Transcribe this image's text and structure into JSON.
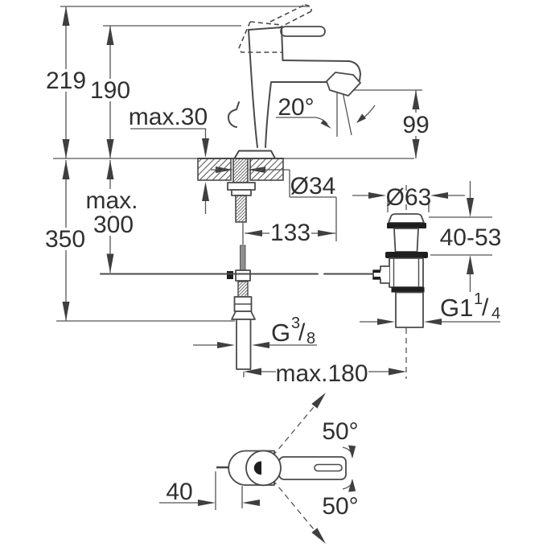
{
  "colors": {
    "line": "#4a4a4a",
    "dim": "#555555",
    "text": "#303030",
    "dark": "#1e1e1e",
    "mid": "#8f8f8f",
    "bg": "#ffffff"
  },
  "side_view": {
    "total_height": "219",
    "body_height": "190",
    "deck_thickness": "max.30",
    "stream_angle": "20°",
    "spout_height": "99",
    "below_deck_total": "350",
    "supply_max_line1": "max.",
    "supply_max_line2": "300",
    "hole_diameter": "Ø34",
    "spout_reach": "133",
    "waste_cap_diameter": "Ø63",
    "waste_adjust_range": "40-53",
    "rod_span": "max.180",
    "waste_thread": {
      "base": "G1",
      "sup": "1",
      "slash": "/",
      "sub": "4"
    },
    "supply_thread": {
      "base": "G",
      "sup": "3",
      "slash": "/",
      "sub": "8"
    }
  },
  "plan_view": {
    "spout_offset": "40",
    "swing_upper": "50°",
    "swing_lower": "50°"
  }
}
